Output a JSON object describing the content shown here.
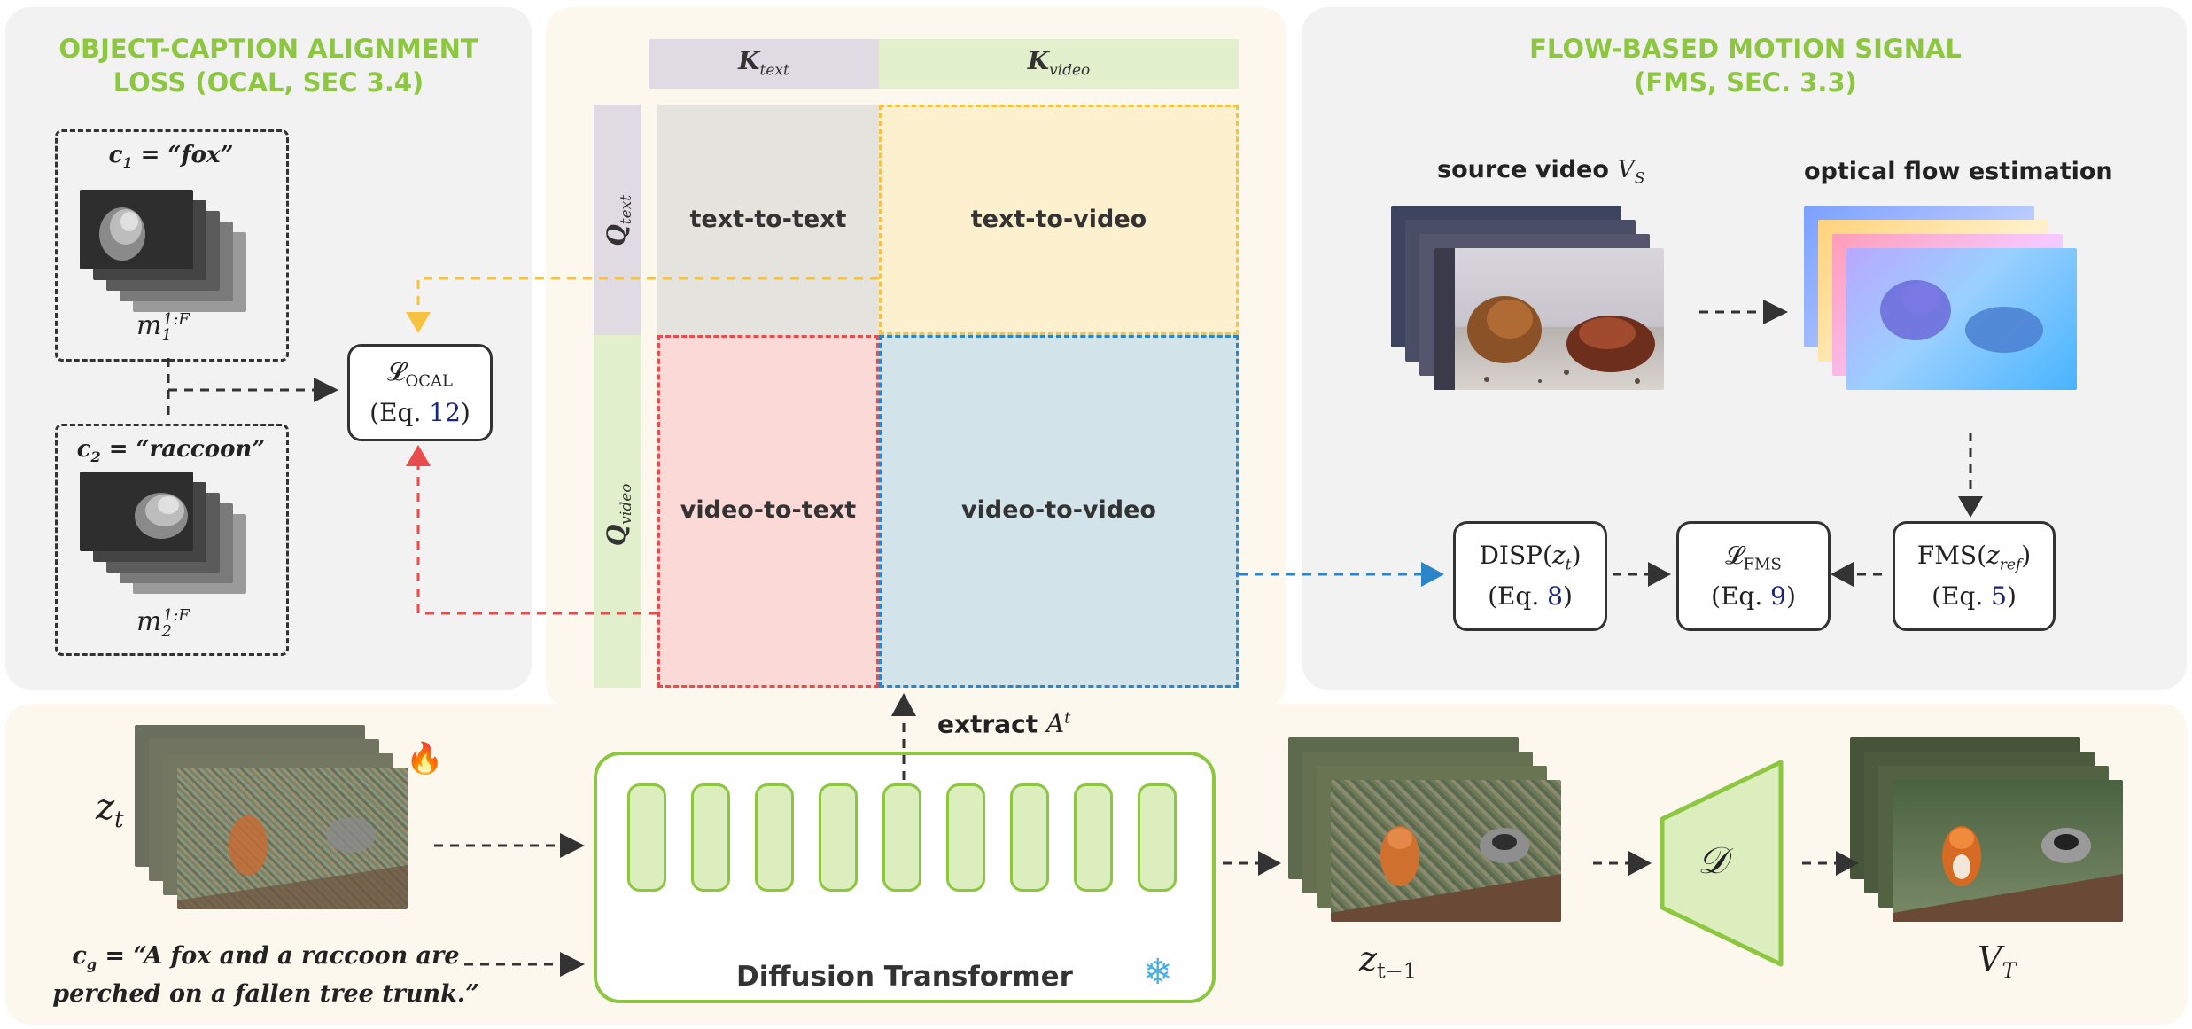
{
  "ocal_panel": {
    "title_line1": "OBJECT-CAPTION ALIGNMENT",
    "title_line2": "LOSS (OCAL, SEC 3.4)",
    "mask1": {
      "caption": "c1 = “fox”",
      "label": "m1^1:F"
    },
    "mask2": {
      "caption": "c2 = “raccoon”",
      "label": "m2^1:F"
    },
    "loss_box": {
      "name": "ℒOCAL",
      "eq_prefix": "(Eq. ",
      "eq_num": "12",
      "eq_suffix": ")"
    }
  },
  "attention_matrix": {
    "col_headers": [
      "Ktext",
      "Kvideo"
    ],
    "row_headers": [
      "Qtext",
      "Qvideo"
    ],
    "cells": [
      "text-to-text",
      "text-to-video",
      "video-to-text",
      "video-to-video"
    ],
    "extract_label": "extract A^t"
  },
  "fms_panel": {
    "title_line1": "FLOW-BASED MOTION SIGNAL",
    "title_line2": "(FMS, SEC. 3.3)",
    "source_label": "source video V_S",
    "flow_label": "optical flow estimation",
    "disp_box": {
      "name": "DISP(z_t)",
      "eq_prefix": "(Eq. ",
      "eq_num": "8",
      "eq_suffix": ")"
    },
    "lfms_box": {
      "name": "ℒFMS",
      "eq_prefix": "(Eq. ",
      "eq_num": "9",
      "eq_suffix": ")"
    },
    "fms_box": {
      "name": "FMS(z_ref)",
      "eq_prefix": "(Eq. ",
      "eq_num": "5",
      "eq_suffix": ")"
    }
  },
  "pipeline": {
    "input_latent_label": "z_t",
    "global_caption_line1": "c_g = “A fox and a raccoon are",
    "global_caption_line2": "perched on a fallen tree trunk.”",
    "dit_label": "Diffusion Transformer",
    "output_latent_label": "z_t−1",
    "decoder_label": "𝒟",
    "output_video_label": "V_T",
    "fire_icon": "fire-icon",
    "frozen_icon": "snowflake-icon"
  },
  "colors": {
    "accent_green": "#8dc63f",
    "arrow_yellow": "#f5c242",
    "arrow_red": "#e84c4c",
    "arrow_blue": "#2a86c8",
    "cell_tt": "#e4e3dd",
    "cell_tv": "#fdf0cf",
    "cell_vt": "#fbd9d7",
    "cell_vv": "#d2e3e9"
  }
}
